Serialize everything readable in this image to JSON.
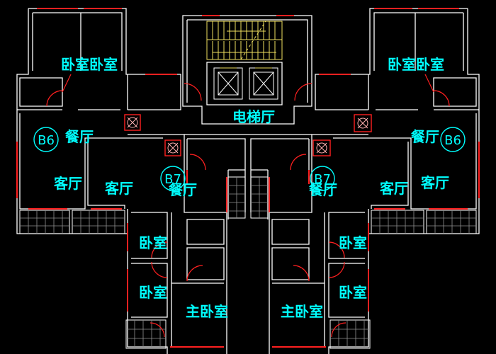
{
  "labels": {
    "bedroom_tl": "卧室卧室",
    "bedroom_tr": "卧室卧室",
    "elevator_hall": "电梯厅",
    "dining_l_outer": "餐厅",
    "dining_r_outer": "餐厅",
    "unit_tag_l": "B6",
    "unit_tag_r": "B6",
    "living_l_outer": "客厅",
    "living_l_inner": "客厅",
    "living_r_inner": "客厅",
    "living_r_outer": "客厅",
    "unit_tag_cl": "B7",
    "unit_tag_cr": "B7",
    "dining_cl": "餐厅",
    "dining_cr": "餐厅",
    "bedroom_l1": "卧室",
    "bedroom_l2": "卧室",
    "bedroom_r1": "卧室",
    "bedroom_r2": "卧室",
    "master_bedroom_l": "主卧室",
    "master_bedroom_r": "主卧室"
  },
  "colors": {
    "background": "#000000",
    "walls": "#ffffff",
    "openings": "#ff2020",
    "labels": "#00ffff",
    "stairs": "#f0e060"
  }
}
